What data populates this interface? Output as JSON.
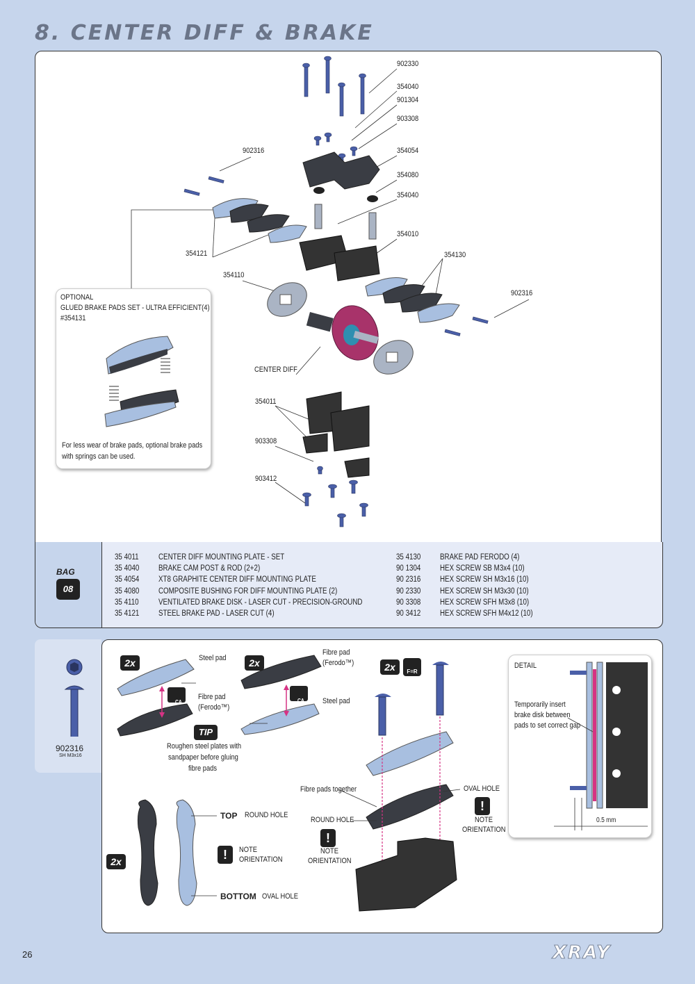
{
  "page": {
    "title": "8. CENTER DIFF & BRAKE",
    "page_number": "26",
    "brand": "XRAY"
  },
  "diagram": {
    "callouts": [
      "902330",
      "354040",
      "901304",
      "903308",
      "902316",
      "354054",
      "354080",
      "354040",
      "354010",
      "354121",
      "354130",
      "354110",
      "902316",
      "CENTER DIFF",
      "354011",
      "903308",
      "903412"
    ],
    "optional": {
      "line1": "OPTIONAL",
      "line2": "GLUED BRAKE PADS SET - ULTRA EFFICIENT(4)",
      "line3": "#354131",
      "note1": "For less wear of brake pads, optional brake pads",
      "note2": "with springs can be used."
    }
  },
  "bag": {
    "label": "BAG",
    "number": "08"
  },
  "parts_left": [
    {
      "code": "35 4011",
      "desc": "CENTER DIFF MOUNTING PLATE - SET"
    },
    {
      "code": "35 4040",
      "desc": "BRAKE CAM POST & ROD (2+2)"
    },
    {
      "code": "35 4054",
      "desc": "XT8 GRAPHITE CENTER DIFF MOUNTING PLATE"
    },
    {
      "code": "35 4080",
      "desc": "COMPOSITE BUSHING FOR DIFF MOUNTING PLATE (2)"
    },
    {
      "code": "35 4110",
      "desc": "VENTILATED BRAKE DISK - LASER CUT - PRECISION-GROUND"
    },
    {
      "code": "35 4121",
      "desc": "STEEL BRAKE PAD - LASER CUT (4)"
    }
  ],
  "parts_right": [
    {
      "code": "35 4130",
      "desc": "BRAKE PAD FERODO (4)"
    },
    {
      "code": "90 1304",
      "desc": "HEX SCREW  SB M3x4  (10)"
    },
    {
      "code": "90 2316",
      "desc": "HEX SCREW  SH M3x16  (10)"
    },
    {
      "code": "90 2330",
      "desc": "HEX SCREW  SH M3x30  (10)"
    },
    {
      "code": "90 3308",
      "desc": "HEX SCREW  SFH M3x8  (10)"
    },
    {
      "code": "90 3412",
      "desc": "HEX SCREW  SFH M4x12  (10)"
    }
  ],
  "step": {
    "screw_code": "902316",
    "screw_spec": "SH M3x16",
    "qty": "2x",
    "steel_pad": "Steel pad",
    "fibre_pad_a": "Fibre pad",
    "fibre_pad_b": "(Ferodo™)",
    "ca": "CA",
    "tip": "TIP",
    "tip_text1": "Roughen steel plates with",
    "tip_text2": "sandpaper before gluing",
    "tip_text3": "fibre pads",
    "fr": "F=R",
    "fibre_together": "Fibre pads together",
    "round_hole": "ROUND HOLE",
    "oval_hole": "OVAL HOLE",
    "note": "NOTE",
    "orientation": "ORIENTATION",
    "top": "TOP",
    "bottom": "BOTTOM",
    "detail_title": "DETAIL",
    "detail_text1": "Temporarily insert",
    "detail_text2": "brake disk between",
    "detail_text3": "pads to set correct gap",
    "gap": "0.5 mm"
  },
  "colors": {
    "page_bg": "#c6d5ec",
    "screw_blue": "#4a5fa8",
    "magenta": "#d63384",
    "pad_steel": "#a8bfe0",
    "pad_dark": "#3a3d44"
  }
}
